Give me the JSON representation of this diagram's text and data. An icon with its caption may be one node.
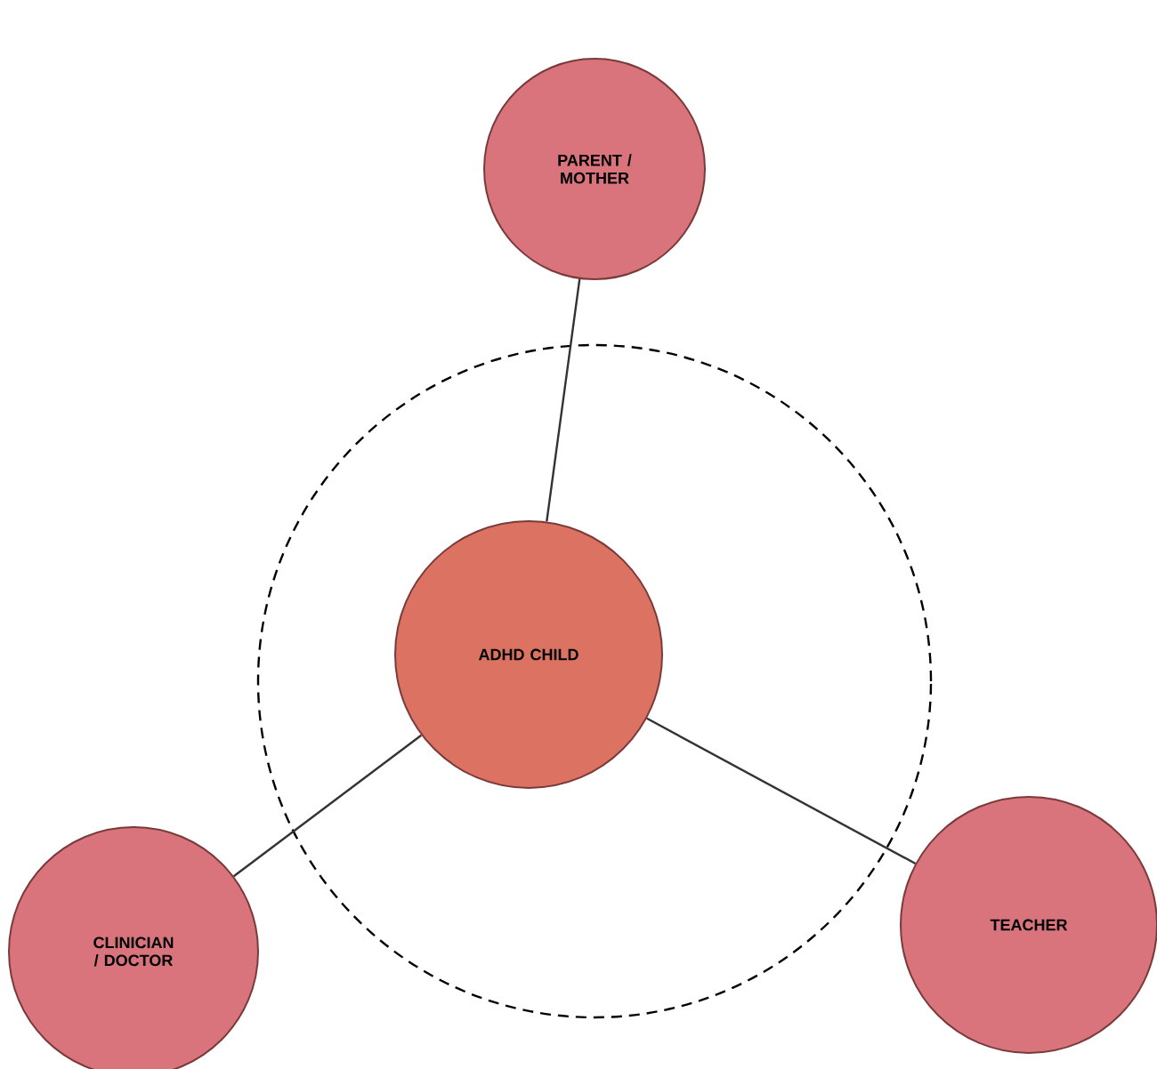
{
  "diagram": {
    "nodes": [
      {
        "text": [
          "PARENT / MOTHER"
        ]
      },
      {
        "text": [
          "ADHD CHILD"
        ]
      },
      {
        "text": [
          "CLINICIAN / DOCTOR"
        ]
      },
      {
        "text": [
          "TEACHER"
        ]
      }
    ],
    "edges": [
      {
        "from": 0,
        "to": 1,
        "arrow": "none"
      },
      {
        "from": 2,
        "to": 1,
        "arrow": "none"
      },
      {
        "from": 3,
        "to": 1,
        "arrow": "none"
      }
    ]
  }
}
